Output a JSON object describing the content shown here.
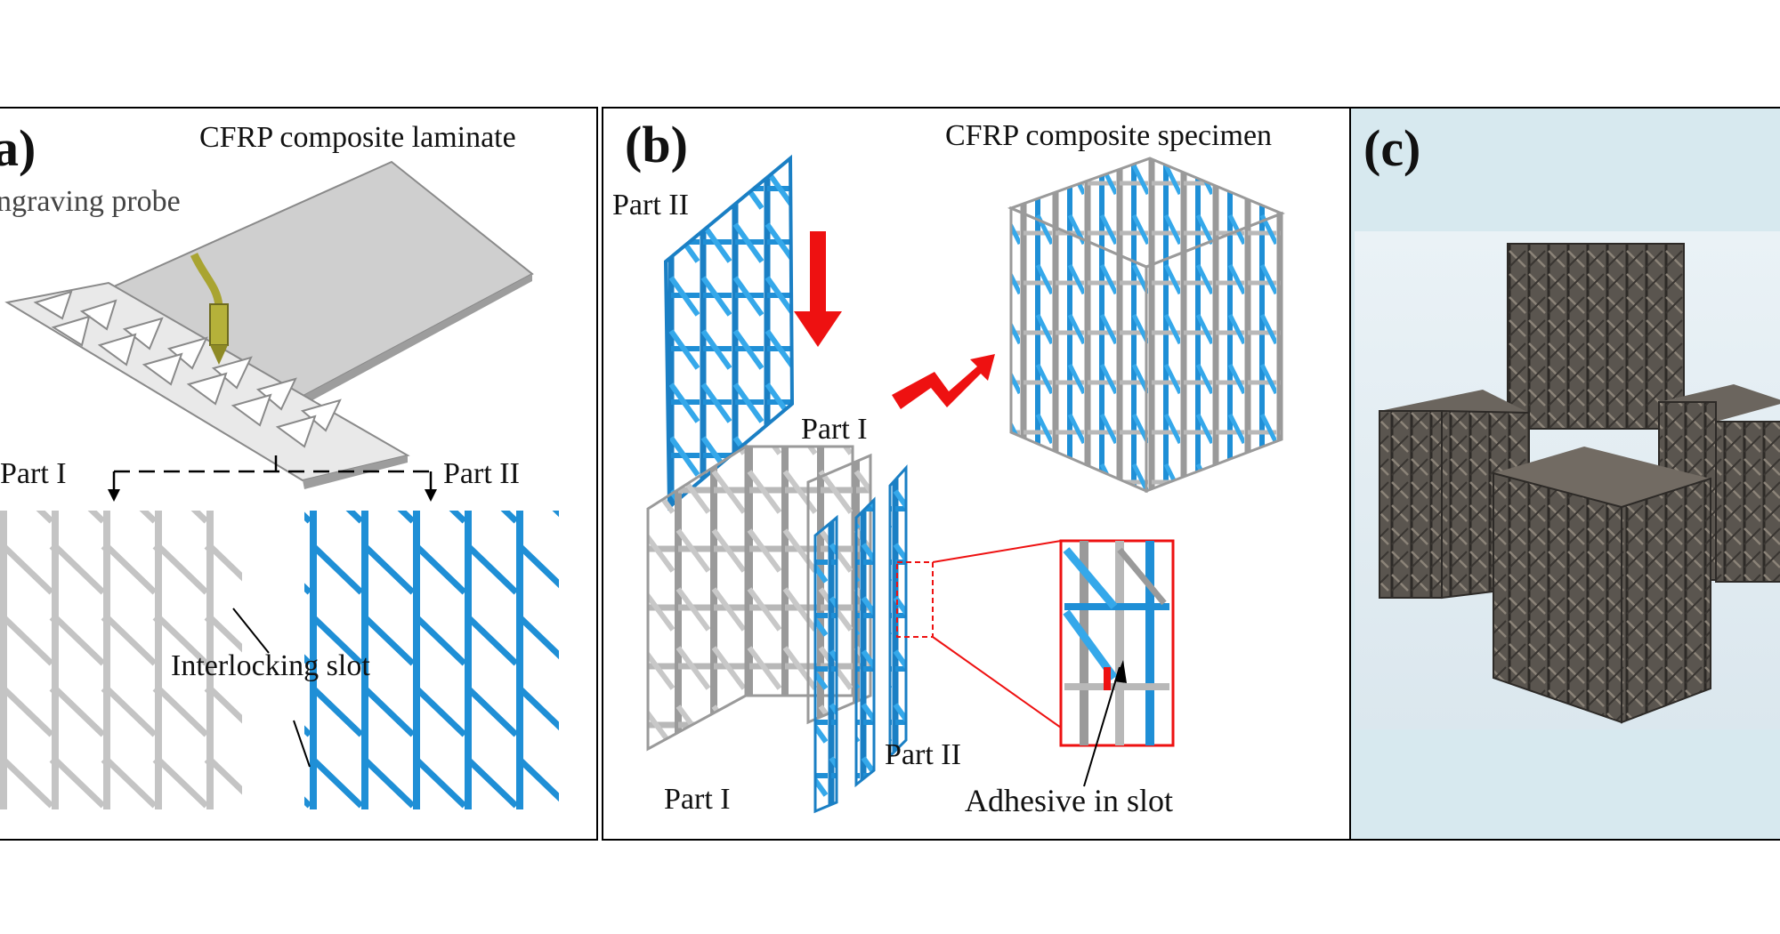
{
  "panel_a": {
    "tag": "a)",
    "laminate_label": "CFRP composite laminate",
    "probe_label": "ngraving probe",
    "part1_label": "Part  I",
    "part2_label": "Part II",
    "slot_label": "Interlocking slot"
  },
  "panel_b": {
    "tag": "(b)",
    "specimen_label": "CFRP composite specimen",
    "part2_top": "Part II",
    "part1_mid": "Part I",
    "part2_bottom": "Part II",
    "part1_bottom": "Part I",
    "adhesive_label": "Adhesive in slot"
  },
  "panel_c": {
    "tag": "(c)"
  },
  "colors": {
    "blue_part": "#1f8fd6",
    "gray_part": "#bdbdbd",
    "arrow_red": "#ee1111",
    "probe": "#b5b13a",
    "photo_bg": "#d7e9ef"
  }
}
